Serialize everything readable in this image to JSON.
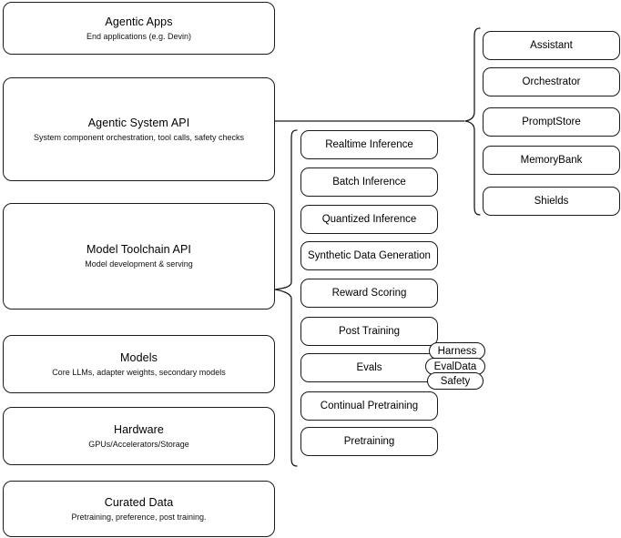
{
  "diagram": {
    "title": "AI Stack Layers Diagram",
    "stroke_color": "#1a1a1a",
    "background": "#ffffff"
  },
  "stack_layers": [
    {
      "id": "agentic-apps",
      "title": "Agentic Apps",
      "subtitle": "End applications (e.g. Devin)"
    },
    {
      "id": "agentic-system-api",
      "title": "Agentic System API",
      "subtitle": "System component orchestration, tool calls, safety checks"
    },
    {
      "id": "model-toolchain-api",
      "title": "Model Toolchain API",
      "subtitle": "Model development & serving"
    },
    {
      "id": "models",
      "title": "Models",
      "subtitle": "Core LLMs, adapter weights, secondary models"
    },
    {
      "id": "hardware",
      "title": "Hardware",
      "subtitle": "GPUs/Accelerators/Storage"
    },
    {
      "id": "curated-data",
      "title": "Curated Data",
      "subtitle": "Pretraining, preference, post training."
    }
  ],
  "toolchain_components": [
    {
      "id": "realtime-inference",
      "label": "Realtime Inference"
    },
    {
      "id": "batch-inference",
      "label": "Batch Inference"
    },
    {
      "id": "quantized-inference",
      "label": "Quantized Inference"
    },
    {
      "id": "synthetic-data-generation",
      "label": "Synthetic Data Generation"
    },
    {
      "id": "reward-scoring",
      "label": "Reward Scoring"
    },
    {
      "id": "post-training",
      "label": "Post Training"
    },
    {
      "id": "evals",
      "label": "Evals"
    },
    {
      "id": "continual-pretraining",
      "label": "Continual Pretraining"
    },
    {
      "id": "pretraining",
      "label": "Pretraining"
    }
  ],
  "evals_pills": [
    {
      "id": "harness",
      "label": "Harness"
    },
    {
      "id": "evaldata",
      "label": "EvalData"
    },
    {
      "id": "safety",
      "label": "Safety"
    }
  ],
  "agentic_components": [
    {
      "id": "assistant",
      "label": "Assistant"
    },
    {
      "id": "orchestrator",
      "label": "Orchestrator"
    },
    {
      "id": "promptstore",
      "label": "PromptStore"
    },
    {
      "id": "memorybank",
      "label": "MemoryBank"
    },
    {
      "id": "shields",
      "label": "Shields"
    }
  ]
}
